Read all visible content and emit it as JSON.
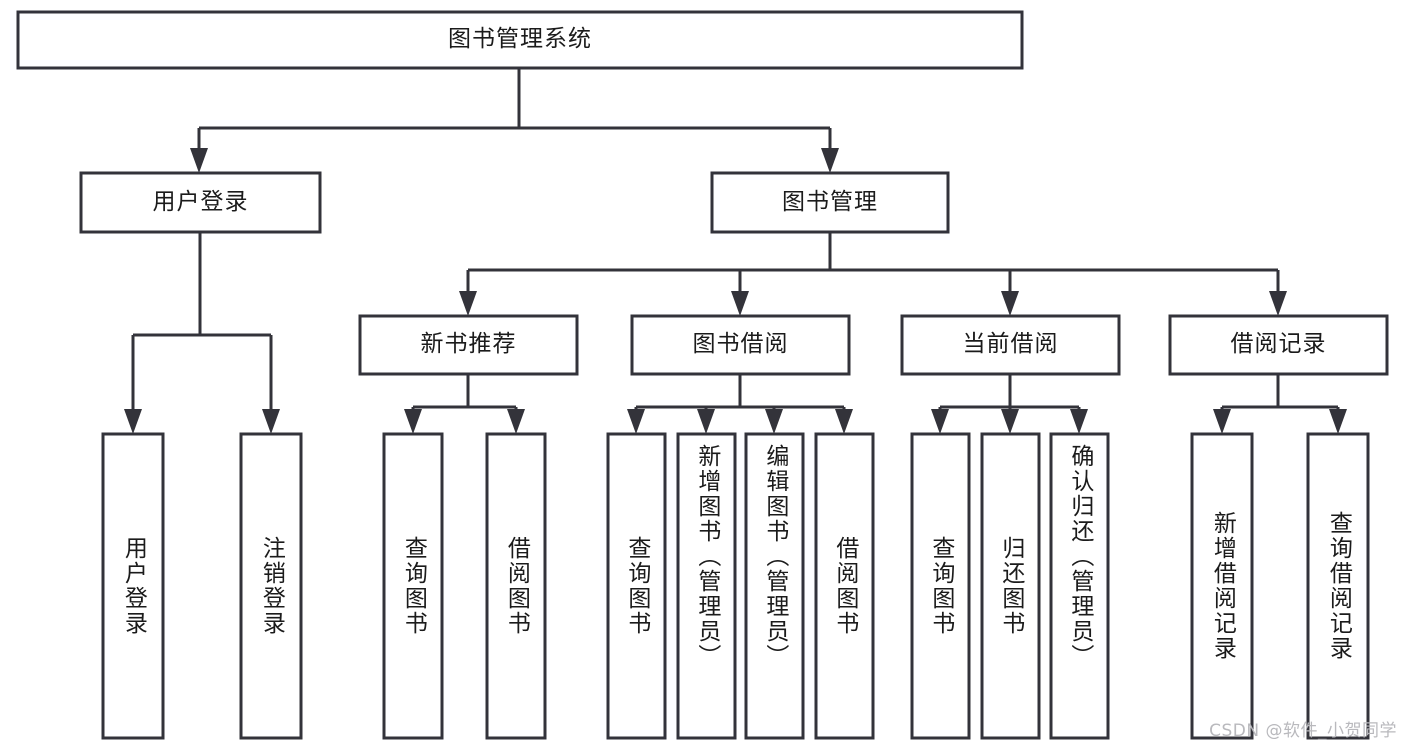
{
  "diagram": {
    "type": "tree-hierarchy",
    "title": "图书管理系统",
    "watermark": "CSDN @软件_小贺同学",
    "colors": {
      "stroke": "#33333a",
      "box_fill": "#ffffff",
      "text": "#1b1b1b",
      "background": "#ffffff",
      "watermark": "#b9b9bd"
    },
    "levels": [
      {
        "level": 1,
        "nodes": [
          {
            "id": "root",
            "label": "图书管理系统",
            "orientation": "horizontal"
          }
        ]
      },
      {
        "level": 2,
        "nodes": [
          {
            "id": "user-login",
            "label": "用户登录",
            "orientation": "horizontal",
            "parent": "root"
          },
          {
            "id": "book-manage",
            "label": "图书管理",
            "orientation": "horizontal",
            "parent": "root"
          }
        ]
      },
      {
        "level": 3,
        "nodes": [
          {
            "id": "new-book-rec",
            "label": "新书推荐",
            "orientation": "horizontal",
            "parent": "book-manage"
          },
          {
            "id": "book-borrow",
            "label": "图书借阅",
            "orientation": "horizontal",
            "parent": "book-manage"
          },
          {
            "id": "current-borrow",
            "label": "当前借阅",
            "orientation": "horizontal",
            "parent": "book-manage"
          },
          {
            "id": "borrow-record",
            "label": "借阅记录",
            "orientation": "horizontal",
            "parent": "book-manage"
          }
        ]
      },
      {
        "level": 4,
        "nodes": [
          {
            "id": "leaf-user-login",
            "label": "用户登录",
            "orientation": "vertical",
            "parent": "user-login"
          },
          {
            "id": "leaf-user-logout",
            "label": "注销登录",
            "orientation": "vertical",
            "parent": "user-login"
          },
          {
            "id": "leaf-query-book-1",
            "label": "查询图书",
            "orientation": "vertical",
            "parent": "new-book-rec"
          },
          {
            "id": "leaf-borrow-book-1",
            "label": "借阅图书",
            "orientation": "vertical",
            "parent": "new-book-rec"
          },
          {
            "id": "leaf-query-book-2",
            "label": "查询图书",
            "orientation": "vertical",
            "parent": "book-borrow"
          },
          {
            "id": "leaf-add-book",
            "label": "新增图书（管理员）",
            "orientation": "vertical",
            "parent": "book-borrow"
          },
          {
            "id": "leaf-edit-book",
            "label": "编辑图书（管理员）",
            "orientation": "vertical",
            "parent": "book-borrow"
          },
          {
            "id": "leaf-borrow-book-2",
            "label": "借阅图书",
            "orientation": "vertical",
            "parent": "book-borrow"
          },
          {
            "id": "leaf-query-book-3",
            "label": "查询图书",
            "orientation": "vertical",
            "parent": "current-borrow"
          },
          {
            "id": "leaf-return-book",
            "label": "归还图书",
            "orientation": "vertical",
            "parent": "current-borrow"
          },
          {
            "id": "leaf-confirm-return",
            "label": "确认归还（管理员）",
            "orientation": "vertical",
            "parent": "current-borrow"
          },
          {
            "id": "leaf-add-record",
            "label": "新增借阅记录",
            "orientation": "vertical",
            "parent": "borrow-record"
          },
          {
            "id": "leaf-query-record",
            "label": "查询借阅记录",
            "orientation": "vertical",
            "parent": "borrow-record"
          }
        ]
      }
    ]
  }
}
